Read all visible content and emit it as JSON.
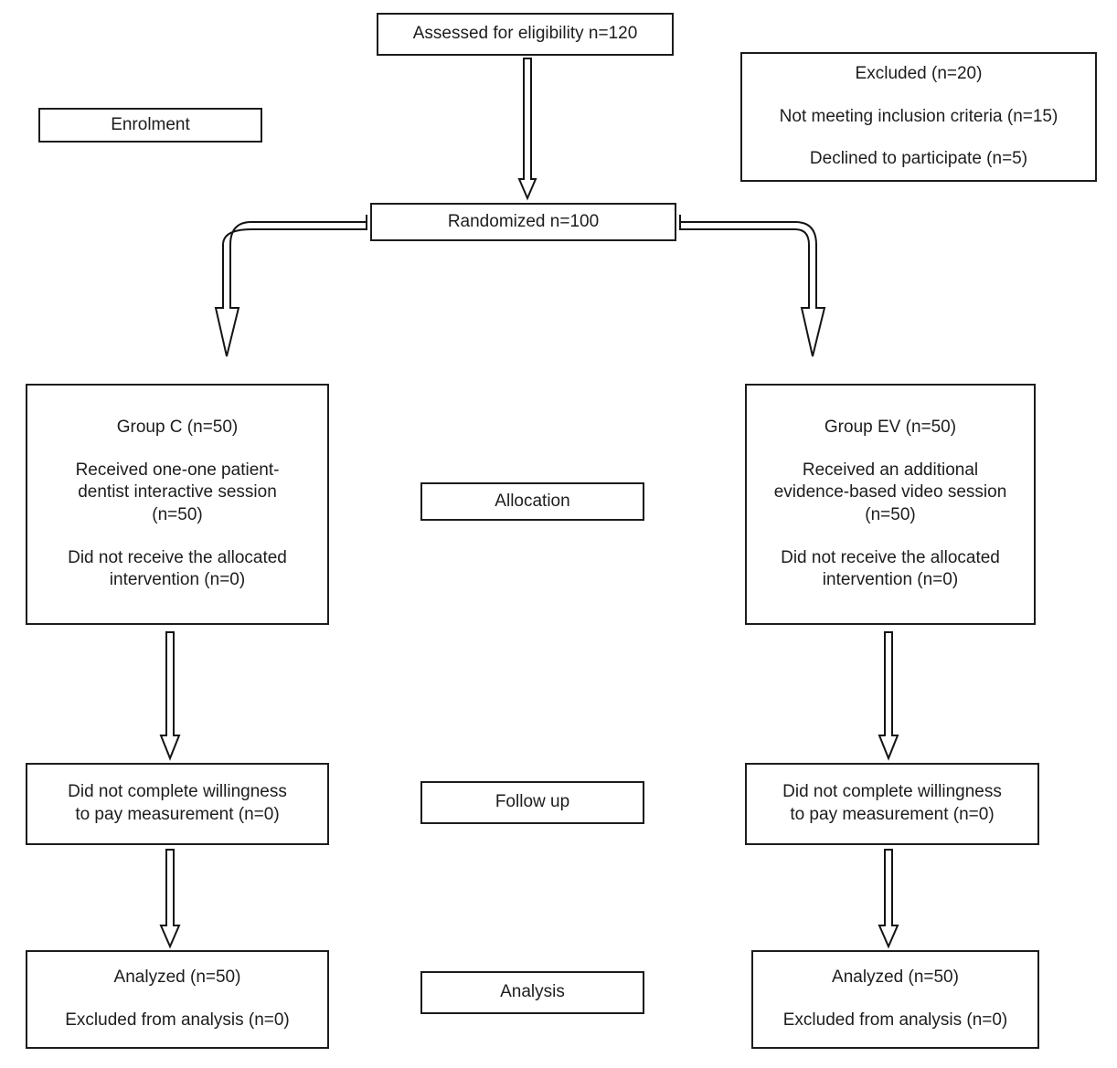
{
  "diagram": {
    "title": "CONSORT participant flow diagram",
    "type": "flowchart",
    "background_color": "#ffffff",
    "line_color": "#1c1c1c",
    "text_color": "#1d1d1d"
  },
  "stages": {
    "enrolment": "Enrolment",
    "allocation": "Allocation",
    "followup": "Follow up",
    "analysis": "Analysis"
  },
  "nodes": {
    "assessed": {
      "text": "Assessed for eligibility n=120"
    },
    "excluded": {
      "line1": "Excluded (n=20)",
      "line2": "Not meeting inclusion criteria (n=15)",
      "line3": "Declined to participate (n=5)"
    },
    "randomized": {
      "text": "Randomized n=100"
    },
    "group_c": {
      "line1": "Group C (n=50)",
      "line2a": "Received one-one patient-",
      "line2b": "dentist interactive session",
      "line2c": "(n=50)",
      "line3a": "Did not receive the allocated",
      "line3b": "intervention (n=0)"
    },
    "group_ev": {
      "line1": "Group EV (n=50)",
      "line2a": "Received an additional",
      "line2b": "evidence-based video session",
      "line2c": "(n=50)",
      "line3a": "Did not receive the allocated",
      "line3b": "intervention (n=0)"
    },
    "followup_left": {
      "line1": "Did not complete willingness",
      "line2": "to pay measurement (n=0)"
    },
    "followup_right": {
      "line1": "Did not complete willingness",
      "line2": "to pay measurement (n=0)"
    },
    "analysis_left": {
      "line1": "Analyzed (n=50)",
      "line2": "Excluded from analysis (n=0)"
    },
    "analysis_right": {
      "line1": "Analyzed (n=50)",
      "line2": "Excluded from analysis (n=0)"
    }
  },
  "chart_data": {
    "type": "flow",
    "title": "CONSORT flow diagram",
    "stages": [
      "Enrolment",
      "Allocation",
      "Follow up",
      "Analysis"
    ],
    "nodes": [
      {
        "id": "assessed",
        "label": "Assessed for eligibility n=120",
        "n": 120,
        "stage": "Enrolment"
      },
      {
        "id": "excluded",
        "label": "Excluded (n=20)",
        "n": 20,
        "stage": "Enrolment",
        "reasons": [
          {
            "label": "Not meeting inclusion criteria (n=15)",
            "n": 15
          },
          {
            "label": "Declined to participate (n=5)",
            "n": 5
          }
        ]
      },
      {
        "id": "randomized",
        "label": "Randomized n=100",
        "n": 100,
        "stage": "Enrolment"
      },
      {
        "id": "group_c",
        "label": "Group C (n=50)",
        "n": 50,
        "stage": "Allocation",
        "received": "Received one-one patient-dentist interactive session (n=50)",
        "received_n": 50,
        "not_received": "Did not receive the allocated intervention (n=0)",
        "not_received_n": 0
      },
      {
        "id": "group_ev",
        "label": "Group EV (n=50)",
        "n": 50,
        "stage": "Allocation",
        "received": "Received an additional evidence-based video session (n=50)",
        "received_n": 50,
        "not_received": "Did not receive the allocated intervention (n=0)",
        "not_received_n": 0
      },
      {
        "id": "followup_left",
        "label": "Did not complete willingness to pay measurement (n=0)",
        "n": 0,
        "stage": "Follow up"
      },
      {
        "id": "followup_right",
        "label": "Did not complete willingness to pay measurement (n=0)",
        "n": 0,
        "stage": "Follow up"
      },
      {
        "id": "analysis_left",
        "label": "Analyzed (n=50)",
        "n": 50,
        "stage": "Analysis",
        "excluded_label": "Excluded from analysis (n=0)",
        "excluded_n": 0
      },
      {
        "id": "analysis_right",
        "label": "Analyzed (n=50)",
        "n": 50,
        "stage": "Analysis",
        "excluded_label": "Excluded from analysis (n=0)",
        "excluded_n": 0
      }
    ],
    "edges": [
      {
        "from": "assessed",
        "to": "randomized",
        "style": "straight-down"
      },
      {
        "from": "randomized",
        "to": "group_c",
        "style": "elbow-left"
      },
      {
        "from": "randomized",
        "to": "group_ev",
        "style": "elbow-right"
      },
      {
        "from": "group_c",
        "to": "followup_left",
        "style": "straight-down"
      },
      {
        "from": "group_ev",
        "to": "followup_right",
        "style": "straight-down"
      },
      {
        "from": "followup_left",
        "to": "analysis_left",
        "style": "straight-down"
      },
      {
        "from": "followup_right",
        "to": "analysis_right",
        "style": "straight-down"
      }
    ]
  }
}
